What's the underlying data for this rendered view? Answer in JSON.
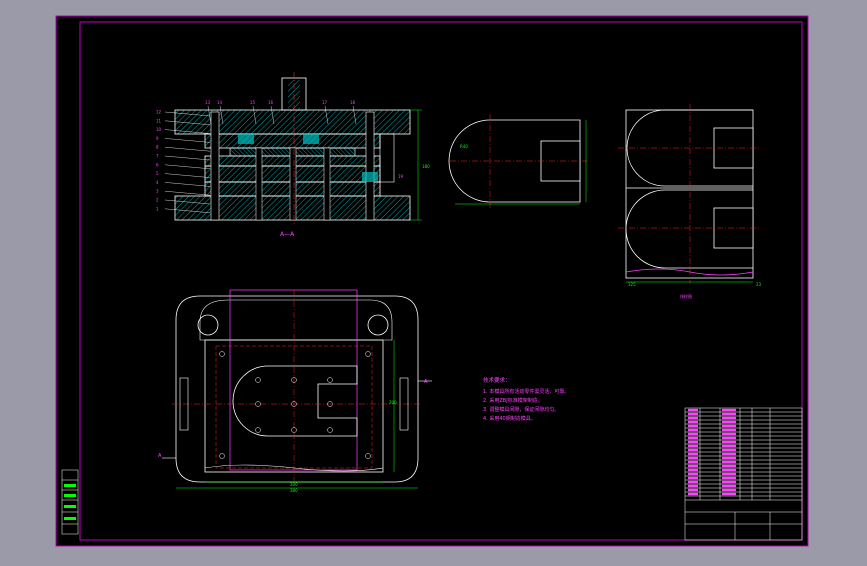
{
  "drawing": {
    "section_label": "A—A",
    "section_mark": "A",
    "part_numbers": [
      "1",
      "2",
      "3",
      "4",
      "5",
      "6",
      "7",
      "8",
      "9",
      "10",
      "11",
      "12",
      "13",
      "14",
      "15",
      "16",
      "17",
      "18",
      "19"
    ],
    "part_numbers_top": [
      "13",
      "14",
      "15",
      "16",
      "17",
      "18"
    ],
    "tech_title": "技术要求：",
    "tech_lines": [
      "1. 本模具所有活动零件需灵活、可靠。",
      "2. 采用ZBJ标准模架制造。",
      "3. 调整模具间隙，保证间隙均匀。",
      "4. 采用40钢制造模具。"
    ],
    "blank_label": "排样图",
    "dim_overall_width": "300",
    "dim_base_width": "380",
    "dim_left": "125",
    "dim_right": "23",
    "dim_height": "180",
    "dim_side": "200",
    "part_dim": "R40"
  },
  "colors": {
    "frame": "#c000c0",
    "background": "#000000",
    "line": "#ffffff",
    "center": "#ff2020",
    "dim": "#00ff00",
    "hatch": "#00c0c0",
    "note": "#ff40ff"
  }
}
